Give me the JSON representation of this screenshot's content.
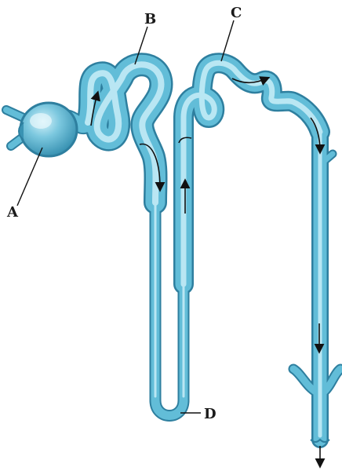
{
  "labels": {
    "a": "A",
    "b": "B",
    "c": "C",
    "d": "D"
  },
  "colors": {
    "tube_outline": "#2e7f9f",
    "tube_fill": "#62bdd8",
    "tube_highlight": "#c9eef8",
    "arrow": "#111111",
    "leader_line": "#111111"
  }
}
